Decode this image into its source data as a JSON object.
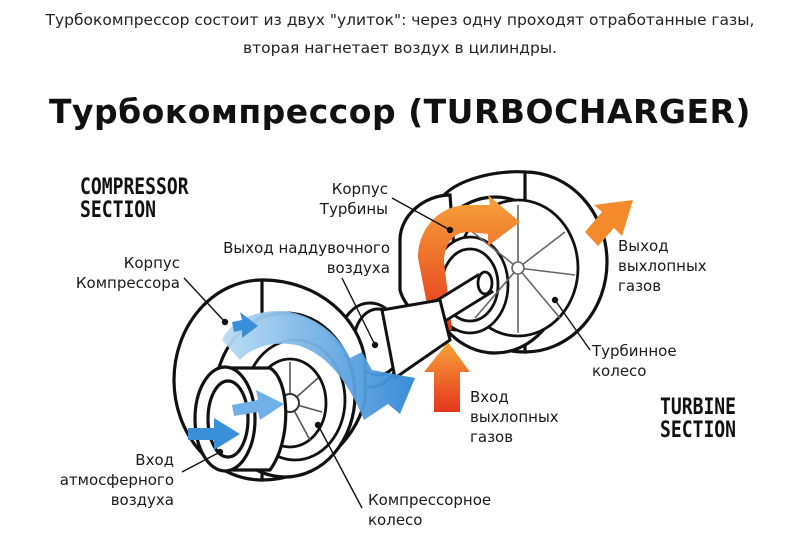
{
  "intro": {
    "line1": "Турбокомпрессор состоит из двух \"улиток\": через одну проходят отработанные газы,",
    "line2": "вторая нагнетает воздух в цилиндры."
  },
  "title": "Турбокомпрессор (TURBOCHARGER)",
  "sections": {
    "compressor": [
      "COMPRESSOR",
      "SECTION"
    ],
    "turbine": [
      "TURBINE",
      "SECTION"
    ]
  },
  "labels": {
    "turbine_housing": [
      "Корпус",
      "Турбины"
    ],
    "boost_outlet": [
      "Выход наддувочного",
      "воздуха"
    ],
    "compressor_housing": [
      "Корпус",
      "Компрессора"
    ],
    "exhaust_outlet": [
      "Выход",
      "выхлопных",
      "газов"
    ],
    "turbine_wheel": [
      "Турбинное",
      "колесо"
    ],
    "exhaust_inlet": [
      "Вход",
      "выхлопных",
      "газов"
    ],
    "air_inlet": [
      "Вход",
      "атмосферного",
      "воздуха"
    ],
    "compressor_wheel": [
      "Компрессорное",
      "колесо"
    ]
  },
  "colors": {
    "air_flow": "#3a8fd9",
    "air_flow_light": "#9cc9ee",
    "exhaust_flow": "#e8431f",
    "exhaust_hot": "#f39a2a",
    "outline": "#111111"
  },
  "icons": {
    "air_arrow": "blue-arrow-icon",
    "exhaust_arrow": "orange-arrow-icon"
  }
}
